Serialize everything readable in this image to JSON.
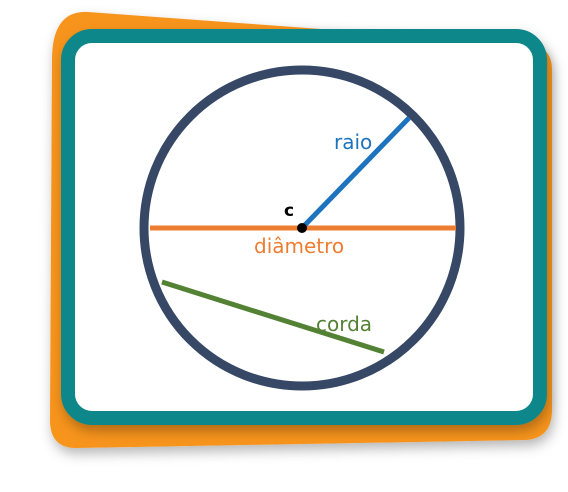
{
  "diagram": {
    "center_label": "c",
    "radius_label": "raio",
    "diameter_label": "diâmetro",
    "chord_label": "corda"
  },
  "colors": {
    "back_card": "#f7941d",
    "front_card_border": "#0f878a",
    "front_card_fill": "#ffffff",
    "circle": "#364866",
    "radius": "#1e73be",
    "diameter": "#ed7d31",
    "chord": "#548235",
    "center_point": "#000000",
    "center_label": "#000000"
  }
}
